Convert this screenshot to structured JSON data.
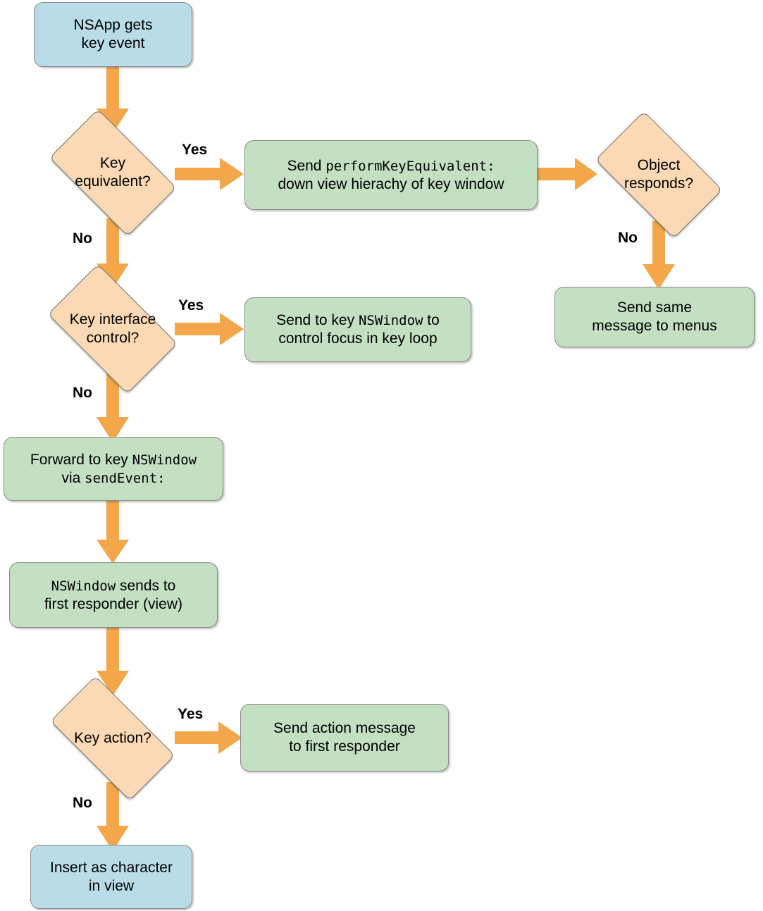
{
  "diagram": {
    "title": "NSApp key event dispatch flowchart",
    "type": "flowchart",
    "colors": {
      "terminal_fill": "#b9dce8",
      "process_fill": "#c3e0c3",
      "decision_fill": "#fad9b4",
      "arrow": "#f4a74a",
      "stroke": "#8a8a8a",
      "text": "#000000",
      "background": "#ffffff"
    },
    "nodes": {
      "start": {
        "shape": "rounded-rect",
        "style": "terminal",
        "line1": "NSApp gets",
        "line2": "key event"
      },
      "key_equivalent": {
        "shape": "diamond",
        "style": "decision",
        "line1": "Key",
        "line2": "equivalent?"
      },
      "send_perform_key_equivalent": {
        "shape": "rounded-rect",
        "style": "process",
        "line1_plain": "Send ",
        "line1_mono": "performKeyEquivalent:",
        "line2": "down view hierachy of key window"
      },
      "object_responds": {
        "shape": "diamond",
        "style": "decision",
        "line1": "Object",
        "line2": "responds?"
      },
      "send_same_message_to_menus": {
        "shape": "rounded-rect",
        "style": "process",
        "line1": "Send same",
        "line2": "message to menus"
      },
      "key_interface_control": {
        "shape": "diamond",
        "style": "decision",
        "line1": "Key interface",
        "line2": "control?"
      },
      "send_to_key_nswindow": {
        "shape": "rounded-rect",
        "style": "process",
        "line1_plain_a": "Send to key ",
        "line1_mono": "NSWindow",
        "line1_plain_b": " to",
        "line2": "control focus in key loop"
      },
      "forward_to_key_nswindow": {
        "shape": "rounded-rect",
        "style": "process",
        "line1_plain": "Forward to key ",
        "line1_mono": "NSWindow",
        "line2_plain": "via ",
        "line2_mono": "sendEvent:"
      },
      "nswindow_sends_first_responder": {
        "shape": "rounded-rect",
        "style": "process",
        "line1_mono": "NSWindow",
        "line1_plain": " sends to",
        "line2": "first responder (view)"
      },
      "key_action": {
        "shape": "diamond",
        "style": "decision",
        "line1": "Key action?"
      },
      "send_action_message": {
        "shape": "rounded-rect",
        "style": "process",
        "line1": "Send action message",
        "line2": "to first responder"
      },
      "insert_as_character": {
        "shape": "rounded-rect",
        "style": "terminal",
        "line1": "Insert as character",
        "line2": "in view"
      }
    },
    "edge_labels": {
      "yes_key_equivalent": "Yes",
      "no_key_equivalent": "No",
      "no_object_responds": "No",
      "yes_key_interface_control": "Yes",
      "no_key_interface_control": "No",
      "yes_key_action": "Yes",
      "no_key_action": "No"
    }
  }
}
